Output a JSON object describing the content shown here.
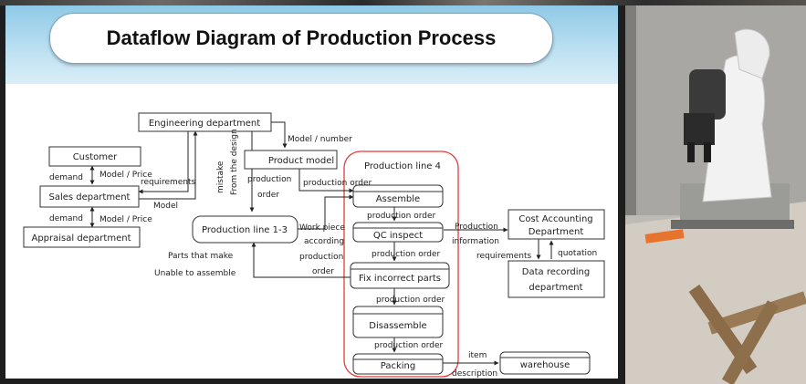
{
  "slide": {
    "title": "Dataflow Diagram of Production Process"
  },
  "diagram": {
    "nodes": {
      "engineering": "Engineering department",
      "customer": "Customer",
      "sales": "Sales department",
      "appraisal": "Appraisal department",
      "product_model": "Product model",
      "production_line_13": "Production line 1-3",
      "production_line_4": "Production line 4",
      "assemble": "Assemble",
      "qc_inspect": "QC inspect",
      "fix_parts": "Fix incorrect parts",
      "disassemble": "Disassemble",
      "packing": "Packing",
      "cost_accounting_1": "Cost Accounting",
      "cost_accounting_2": "Department",
      "data_recording_1": "Data recording",
      "data_recording_2": "department",
      "warehouse": "warehouse"
    },
    "labels": {
      "model_number": "Model / number",
      "mistake": "mistake",
      "from_design": "From the design",
      "demand_1": "demand",
      "model_price_1": "Model / Price",
      "requirements_1": "requirements",
      "model": "Model",
      "demand_2": "demand",
      "model_price_2": "Model / Price",
      "production": "production",
      "order": "order",
      "production_order_top": "production order",
      "production_order_1": "production order",
      "production_order_2": "production order",
      "production_order_3": "production order",
      "production_order_4": "production order",
      "work_piece": "Work piece",
      "according": "according",
      "production_2": "production",
      "order_2": "order",
      "parts_that_make": "Parts that make",
      "unable_to_assemble": "Unable to assemble",
      "production_info_1": "Production",
      "production_info_2": "information",
      "requirements_2": "requirements",
      "quotation": "quotation",
      "item": "item",
      "description": "description"
    }
  },
  "photo": {
    "subject": "robot-arm-photo"
  }
}
